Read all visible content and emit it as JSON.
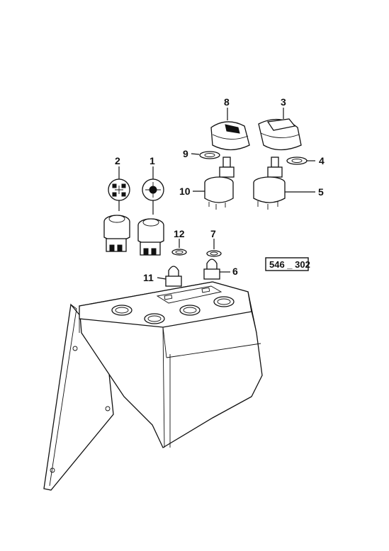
{
  "reference_code": "546 _ 302",
  "callouts": [
    {
      "id": "1",
      "label": "1"
    },
    {
      "id": "2",
      "label": "2"
    },
    {
      "id": "3",
      "label": "3"
    },
    {
      "id": "4",
      "label": "4"
    },
    {
      "id": "5",
      "label": "5"
    },
    {
      "id": "6",
      "label": "6"
    },
    {
      "id": "7",
      "label": "7"
    },
    {
      "id": "8",
      "label": "8"
    },
    {
      "id": "9",
      "label": "9"
    },
    {
      "id": "10",
      "label": "10"
    },
    {
      "id": "11",
      "label": "11"
    },
    {
      "id": "12",
      "label": "12"
    }
  ]
}
